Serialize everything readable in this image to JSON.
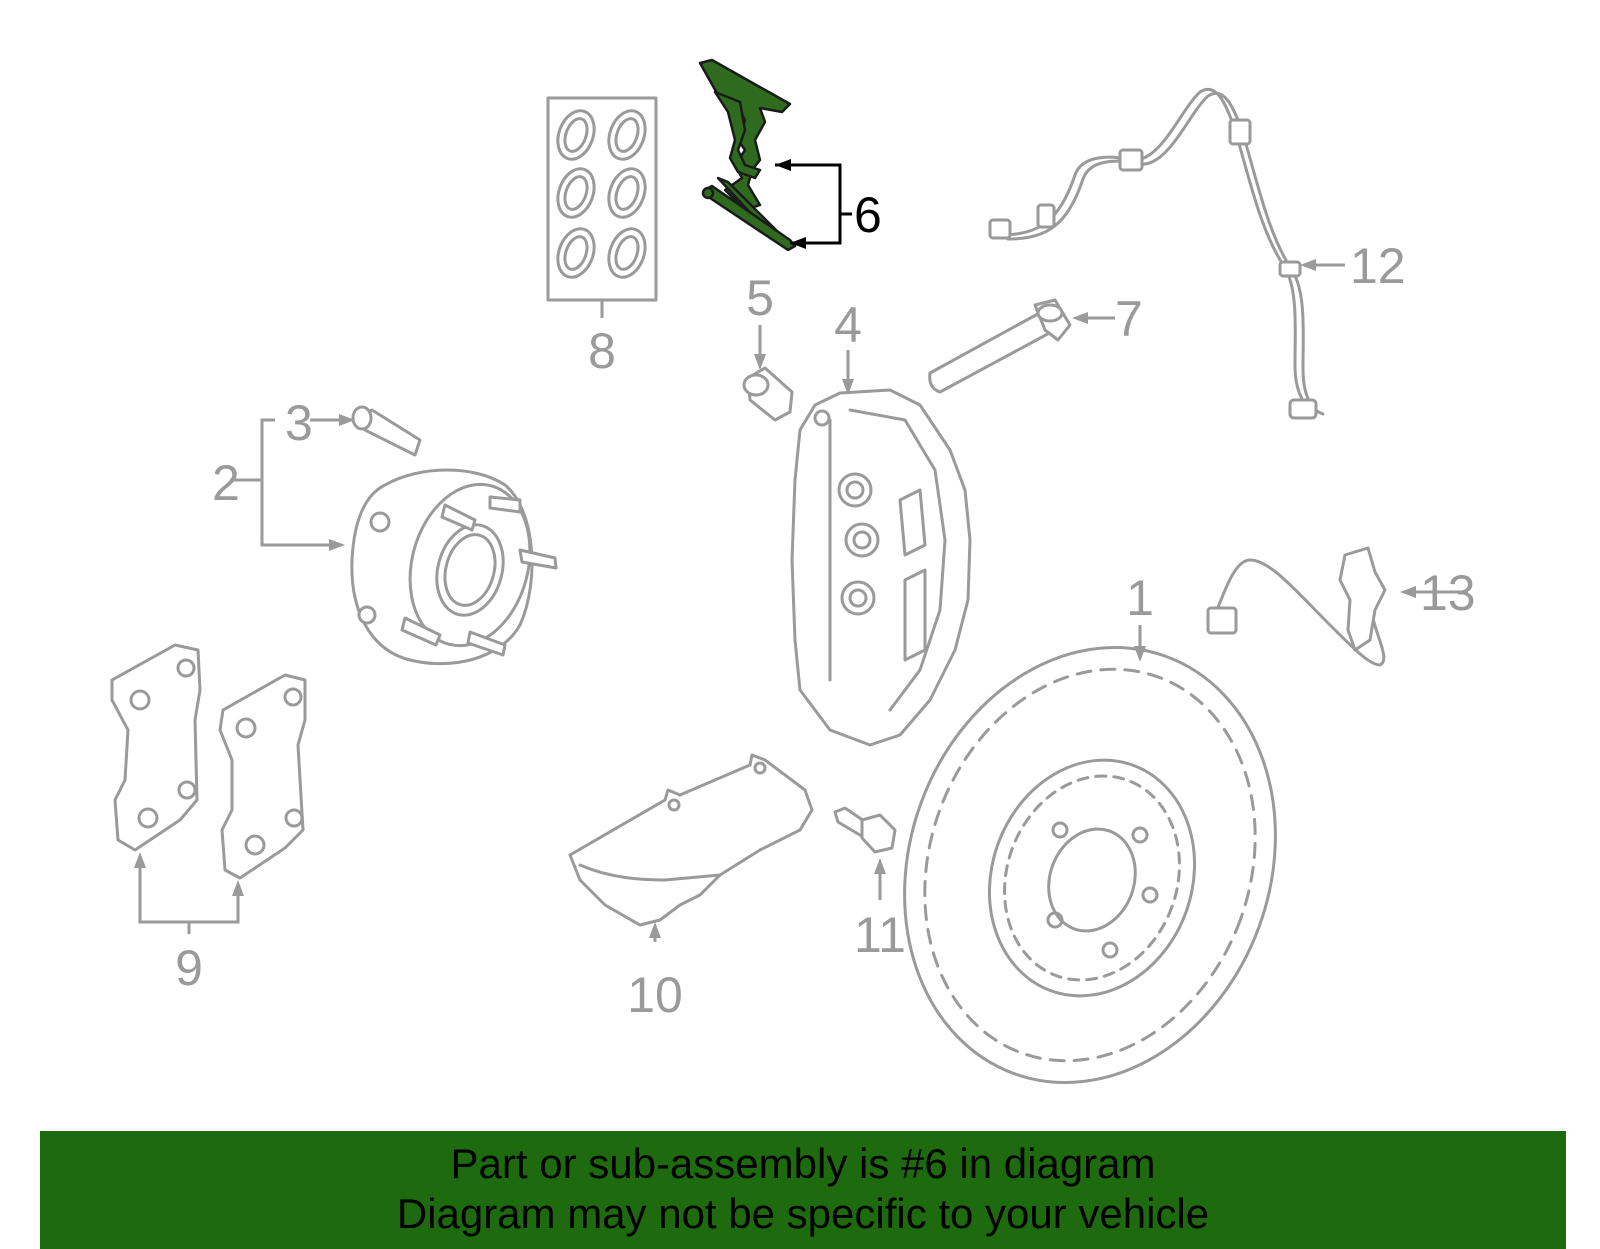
{
  "callouts": {
    "c1": "1",
    "c2": "2",
    "c3": "3",
    "c4": "4",
    "c5": "5",
    "c6": "6",
    "c7": "7",
    "c8": "8",
    "c9": "9",
    "c10": "10",
    "c11": "11",
    "c12": "12",
    "c13": "13"
  },
  "highlight": {
    "callout": "6",
    "color": "#2f6b1e"
  },
  "colors": {
    "line": "#9a9a9a",
    "footer_bg": "#1e6a0e"
  },
  "footer": {
    "line1": "Part or sub-assembly is #6 in diagram",
    "line2": "Diagram may not be specific to your vehicle"
  }
}
